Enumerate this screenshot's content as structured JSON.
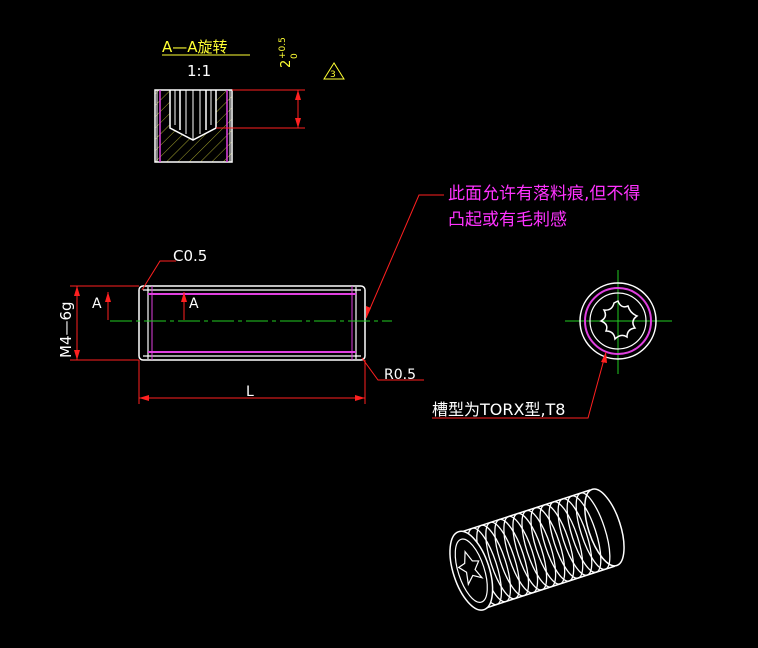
{
  "colors": {
    "background": "#000000",
    "outline": "#ffffff",
    "leader": "#ff2020",
    "thread": "#e040e0",
    "note_text": "#ff33ff",
    "section_title": "#ffff33",
    "centerline": "#22cc22",
    "hatch": "#e8e840"
  },
  "section_view": {
    "title": "A—A旋转",
    "scale": "1:1",
    "tolerance_nominal": "2",
    "tolerance_upper": "+0.5",
    "tolerance_lower": "0",
    "note_marker": "3"
  },
  "side_view": {
    "chamfer_label": "C0.5",
    "thread_label": "M4—6g",
    "section_mark_left": "A",
    "section_mark_right": "A",
    "radius_label": "R0.5",
    "length_label": "L"
  },
  "surface_note": {
    "line1": "此面允许有落料痕,但不得",
    "line2": "凸起或有毛刺感"
  },
  "end_view": {
    "drive_label": "槽型为TORX型,T8"
  },
  "iso_view": {
    "icon": "set-screw-3d"
  }
}
